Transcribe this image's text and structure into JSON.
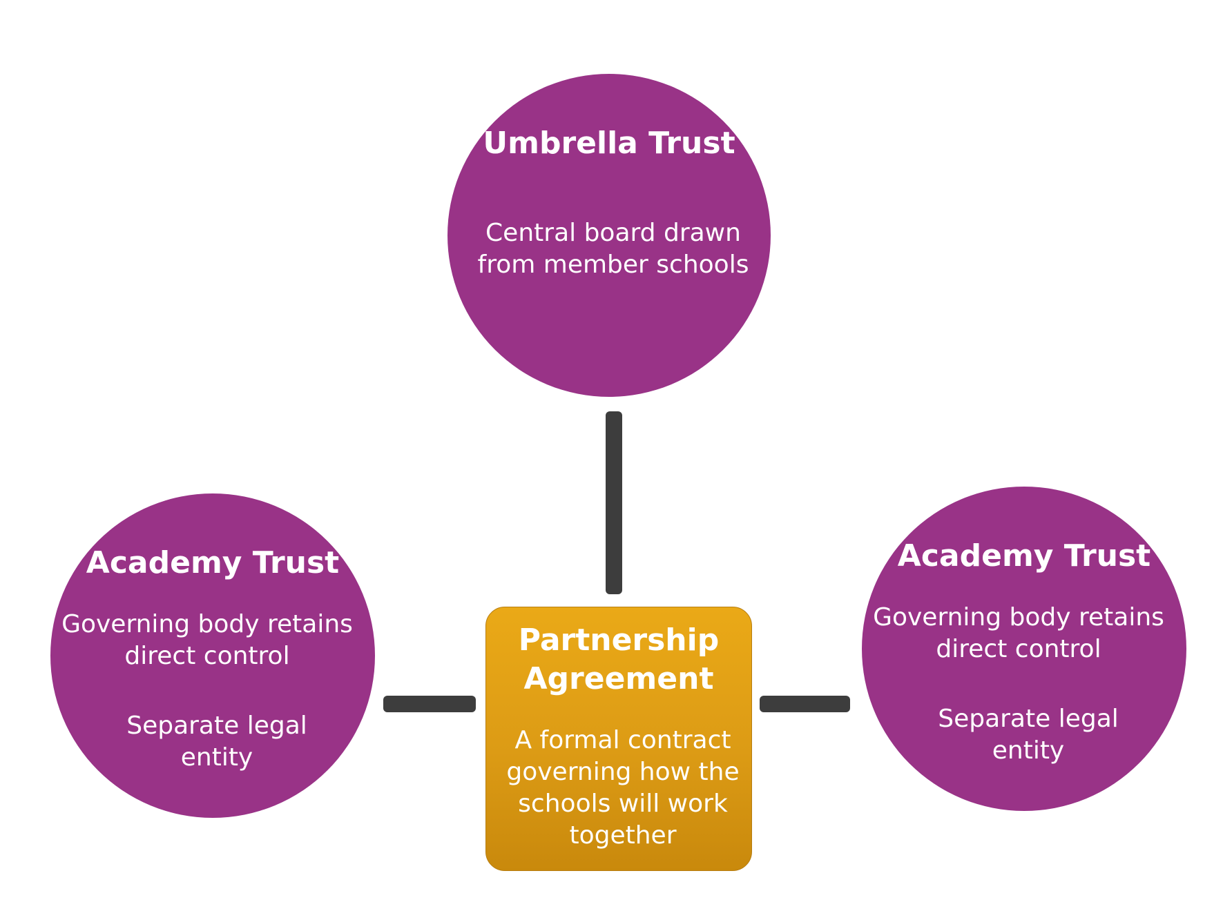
{
  "nodes": {
    "umbrella": {
      "title": "Umbrella Trust",
      "lines": [
        "Central board drawn",
        "from member schools"
      ]
    },
    "academy_left": {
      "title": "Academy Trust",
      "lines_a": [
        "Governing body retains",
        "direct control"
      ],
      "lines_b": [
        "Separate legal",
        "entity"
      ]
    },
    "academy_right": {
      "title": "Academy Trust",
      "lines_a": [
        "Governing body retains",
        "direct control"
      ],
      "lines_b": [
        "Separate legal",
        "entity"
      ]
    },
    "partnership": {
      "title_lines": [
        "Partnership",
        "Agreement"
      ],
      "lines": [
        "A formal contract",
        "governing how the",
        "schools will work",
        "together"
      ]
    }
  },
  "colors": {
    "circle": "#993387",
    "box": "#dc9b15",
    "connector": "#3d3d3d",
    "text": "#ffffff"
  }
}
